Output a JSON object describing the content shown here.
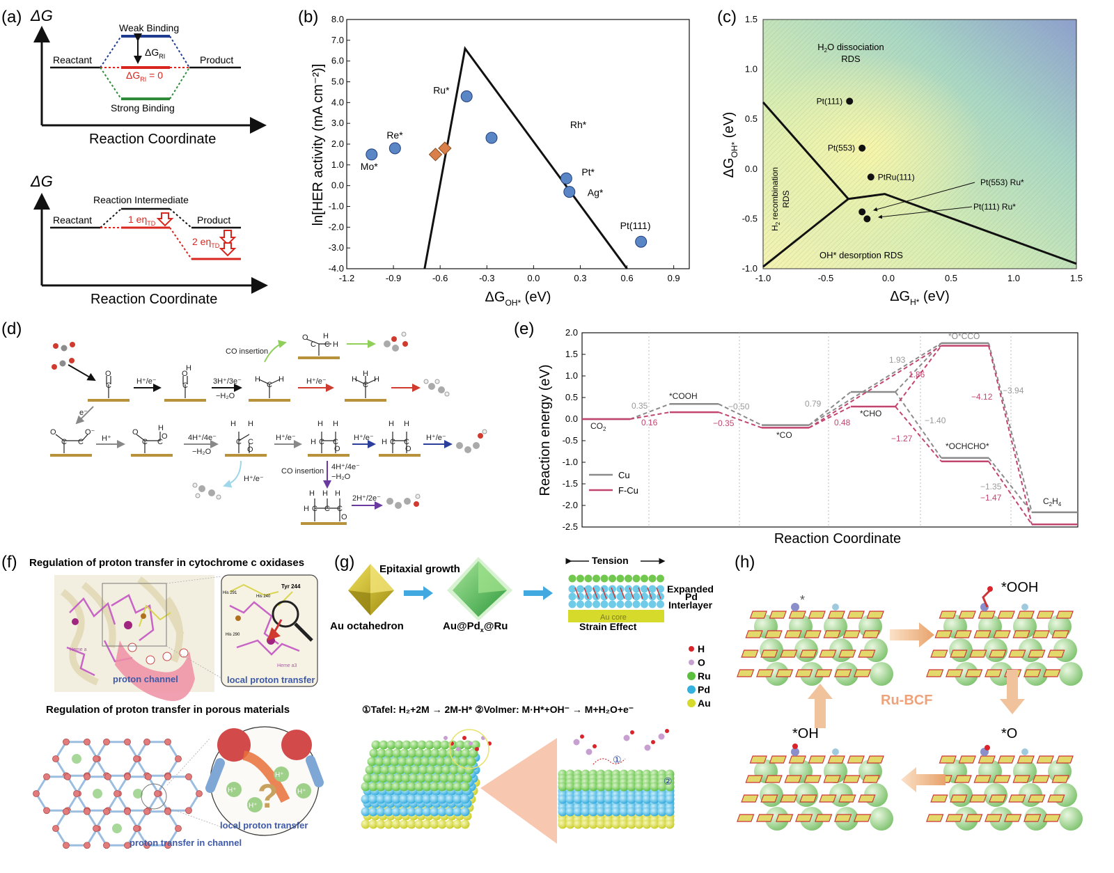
{
  "panel_labels": {
    "a": "(a)",
    "b": "(b)",
    "c": "(c)",
    "d": "(d)",
    "e": "(e)",
    "f": "(f)",
    "g": "(g)",
    "h": "(h)"
  },
  "panel_a": {
    "top": {
      "y_label": "ΔG",
      "x_label": "Reaction Coordinate",
      "reactant": "Reactant",
      "product": "Product",
      "weak": "Weak Binding",
      "strong": "Strong Binding",
      "dg_ri": "ΔG",
      "dg_ri_sub": "RI",
      "dg_zero_pre": "ΔG",
      "dg_zero_sub": "RI",
      "dg_zero_post": " = 0"
    },
    "bottom": {
      "y_label": "ΔG",
      "x_label": "Reaction Coordinate",
      "reactant": "Reactant",
      "product": "Product",
      "intermediate": "Reaction Intermediate",
      "one_eta": "1 eη",
      "one_eta_sub": "TD",
      "two_eta": "2 eη",
      "two_eta_sub": "TD"
    }
  },
  "chart_data": [
    {
      "id": "b",
      "type": "scatter",
      "xlabel": "ΔG",
      "xlabel_sub": "OH*",
      "xlabel_unit": " (eV)",
      "ylabel": "ln[HER activity (mA cm⁻²)]",
      "xlim": [
        -1.2,
        1.0
      ],
      "ylim": [
        -4.0,
        8.0
      ],
      "xticks": [
        "-1.2",
        "-0.9",
        "-0.6",
        "-0.3",
        "0.0",
        "0.3",
        "0.6",
        "0.9"
      ],
      "xtick_vals": [
        -1.2,
        -0.9,
        -0.6,
        -0.3,
        0.0,
        0.3,
        0.6,
        0.9
      ],
      "yticks": [
        "-4.0",
        "-3.0",
        "-2.0",
        "-1.0",
        "0.0",
        "1.0",
        "2.0",
        "3.0",
        "4.0",
        "5.0",
        "6.0",
        "7.0",
        "8.0"
      ],
      "ytick_vals": [
        -4,
        -3,
        -2,
        -1,
        0,
        1,
        2,
        3,
        4,
        5,
        6,
        7,
        8
      ],
      "volcano": [
        [
          -0.7,
          -4.0
        ],
        [
          -0.44,
          6.6
        ],
        [
          0.6,
          -4.0
        ]
      ],
      "circles": [
        {
          "label": "Mo*",
          "x": -1.04,
          "y": 1.5
        },
        {
          "label": "Re*",
          "x": -0.89,
          "y": 1.8
        },
        {
          "label": "Ru*",
          "x": -0.43,
          "y": 4.3
        },
        {
          "label": "",
          "x": -0.27,
          "y": 2.3
        },
        {
          "label": "Pt*",
          "x": 0.21,
          "y": 0.35
        },
        {
          "label": "Ag*",
          "x": 0.23,
          "y": -0.3
        },
        {
          "label": "Pt(111)",
          "x": 0.69,
          "y": -2.7
        }
      ],
      "diamonds": [
        {
          "x": -0.63,
          "y": 1.5
        },
        {
          "x": -0.57,
          "y": 1.8
        }
      ],
      "extra_labels": [
        {
          "text": "Rh*",
          "x": 0.19,
          "y": 2.3
        }
      ],
      "colors": {
        "circle": "#5b86c6",
        "diamond": "#d9804a",
        "line": "#111111"
      }
    },
    {
      "id": "c",
      "type": "scatter",
      "xlabel": "ΔG",
      "xlabel_sub": "H*",
      "xlabel_unit": " (eV)",
      "ylabel": "ΔG",
      "ylabel_sub": "OH*",
      "ylabel_unit": " (eV)",
      "xlim": [
        -1.0,
        1.5
      ],
      "ylim": [
        -1.0,
        1.5
      ],
      "xticks": [
        "-1.0",
        "-0.5",
        "0.0",
        "0.5",
        "1.0",
        "1.5"
      ],
      "xtick_vals": [
        -1.0,
        -0.5,
        0.0,
        0.5,
        1.0,
        1.5
      ],
      "yticks": [
        "-1.0",
        "-0.5",
        "0.0",
        "0.5",
        "1.0",
        "1.5"
      ],
      "ytick_vals": [
        -1.0,
        -0.5,
        0.0,
        0.5,
        1.0,
        1.5
      ],
      "boundaries": [
        [
          [
            -1.0,
            0.67
          ],
          [
            -0.32,
            -0.3
          ],
          [
            -0.03,
            -0.25
          ],
          [
            1.5,
            -0.95
          ]
        ],
        [
          [
            -0.32,
            -0.3
          ],
          [
            -1.0,
            -0.98
          ]
        ]
      ],
      "points": [
        {
          "label": "Pt(111)",
          "x": -0.31,
          "y": 0.68
        },
        {
          "label": "Pt(553)",
          "x": -0.21,
          "y": 0.21
        },
        {
          "label": "PtRu(111)",
          "x": -0.14,
          "y": -0.08
        },
        {
          "label": "",
          "x": -0.21,
          "y": -0.43
        },
        {
          "label": "",
          "x": -0.17,
          "y": -0.5
        }
      ],
      "region_labels": {
        "h2o_1": "H",
        "h2o_sub": "2",
        "h2o_2": "O dissociation",
        "h2o_rds": "RDS",
        "h2_1": "H",
        "h2_sub": "2",
        "h2_2": " recombination",
        "h2_rds": "RDS",
        "oh": "OH* desorption RDS"
      },
      "arrow_labels": [
        "Pt(553) Ru*",
        "Pt(111) Ru*"
      ]
    },
    {
      "id": "e",
      "type": "line",
      "xlabel": "Reaction Coordinate",
      "ylabel": "Reaction energy (eV)",
      "ylim": [
        -2.5,
        2.0
      ],
      "yticks": [
        "2.0",
        "1.5",
        "1.0",
        "0.5",
        "0.0",
        "-0.5",
        "-1.0",
        "-1.5",
        "-2.0",
        "-2.5"
      ],
      "ytick_vals": [
        2.0,
        1.5,
        1.0,
        0.5,
        0.0,
        -0.5,
        -1.0,
        -1.5,
        -2.0,
        -2.5
      ],
      "series": [
        {
          "name": "Cu",
          "color": "#8a8a8a",
          "levels": [
            0.0,
            0.35,
            -0.14,
            0.63,
            -0.9,
            -2.16
          ],
          "high": [
            1.76
          ]
        },
        {
          "name": "F-Cu",
          "color": "#c2456e",
          "levels": [
            0.0,
            0.16,
            -0.2,
            0.29,
            -0.98,
            -2.44
          ],
          "high": [
            1.7
          ]
        }
      ],
      "state_labels": [
        "CO",
        "2",
        "*COOH",
        "*CO",
        "*CHO",
        "*OCHCHO*",
        "*O*CCO",
        "C",
        "2",
        "H",
        "4"
      ],
      "barrier_labels": [
        {
          "text": "0.35",
          "color": "gray"
        },
        {
          "text": "0.16",
          "color": "pink"
        },
        {
          "text": "−0.50",
          "color": "gray"
        },
        {
          "text": "−0.35",
          "color": "pink"
        },
        {
          "text": "0.79",
          "color": "gray"
        },
        {
          "text": "0.48",
          "color": "pink"
        },
        {
          "text": "1.93",
          "color": "gray"
        },
        {
          "text": "1.86",
          "color": "pink"
        },
        {
          "text": "−1.40",
          "color": "gray"
        },
        {
          "text": "−1.27",
          "color": "pink"
        },
        {
          "text": "−4.12",
          "color": "pink"
        },
        {
          "text": "−3.94",
          "color": "gray"
        },
        {
          "text": "−1.35",
          "color": "gray"
        },
        {
          "text": "−1.47",
          "color": "pink"
        }
      ]
    }
  ],
  "panel_d": {
    "co_insertion_1": "CO insertion",
    "co_insertion_2": "CO insertion",
    "step_labels": [
      "H⁺/e⁻",
      "3H⁺/3e⁻",
      "−H₂O",
      "H⁺/e⁻",
      "e⁻",
      "H⁺",
      "4H⁺/4e⁻",
      "−H₂O",
      "H⁺/e⁻",
      "H⁺/e⁻",
      "H⁺/e⁻",
      "H⁺/e⁻",
      "4H⁺/4e⁻",
      "−H₂O",
      "2H⁺/2e⁻"
    ]
  },
  "panel_f": {
    "title_1": "Regulation of proton transfer in cytochrome c oxidases",
    "title_2": "Regulation of proton transfer in porous materials",
    "proton_channel": "proton channel",
    "local_1": "local proton transfer",
    "local_2": "local proton transfer",
    "in_channel": "proton transfer in channel",
    "tyr": "Tyr 244",
    "his": [
      "His 291",
      "His 240",
      "His 290"
    ],
    "heme": [
      "Heme a",
      "Heme a3"
    ],
    "hplus": "H⁺"
  },
  "panel_g": {
    "epitaxial": "Epitaxial growth",
    "au_oct": "Au octahedron",
    "aupd_1": "Au@Pd",
    "aupd_sub": "x",
    "aupd_2": "@Ru",
    "tension": "Tension",
    "expanded": "Expanded",
    "pd": "Pd",
    "interlayer": "Interlayer",
    "au_core": "Au core",
    "strain": "Strain Effect",
    "legend": [
      "H",
      "O",
      "Ru",
      "Pd",
      "Au"
    ],
    "legend_colors": [
      "#d8242a",
      "#c79fd0",
      "#5bbf3e",
      "#35b1e0",
      "#d6da2a"
    ],
    "equation": "①Tafel: H₂+2M → 2M-H*  ②Volmer: M·H*+OH⁻ → M+H₂O+e⁻",
    "circle_1": "①",
    "circle_2": "②"
  },
  "panel_h": {
    "center": "Ru-BCF",
    "ooh": "*OOH",
    "oh": "*OH",
    "o": "*O",
    "star": "*"
  }
}
